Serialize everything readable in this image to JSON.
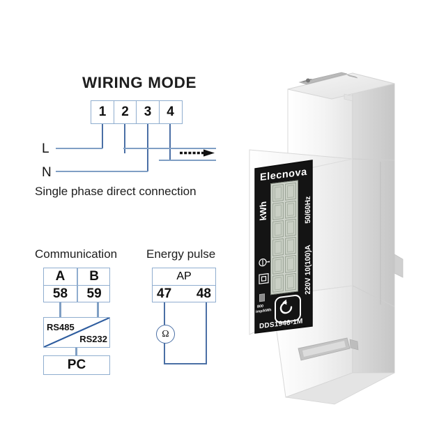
{
  "page": {
    "background": "#ffffff",
    "line_color": "#8fadcf",
    "line_color_dark": "#4a6fa5",
    "text_color": "#1d1d1d"
  },
  "wiring": {
    "title": "WIRING MODE",
    "caption": "Single phase direct connection",
    "terminals": [
      "1",
      "2",
      "3",
      "4"
    ],
    "line_labels": {
      "live": "L",
      "neutral": "N"
    },
    "arrow_icon": "right-arrow-icon"
  },
  "communication": {
    "title": "Communication",
    "header": [
      "A",
      "B"
    ],
    "numbers": [
      "58",
      "59"
    ],
    "converter": {
      "top_label": "RS485",
      "bottom_label": "RS232"
    },
    "endpoint": "PC"
  },
  "energy_pulse": {
    "title": "Energy pulse",
    "header": "AP",
    "numbers": [
      "47",
      "48"
    ],
    "load_symbol": "Ω",
    "load_icon": "resistor-omega-icon"
  },
  "device": {
    "brand": "Elecnova",
    "unit": "kWh",
    "frequency": "50/60Hz",
    "rating": "220V 10(100)A",
    "model": "DDS1946-1M",
    "pulse_rate_top": "800",
    "pulse_rate_bottom": "imp/kWh",
    "reset_icon": "reset-arrow-icon",
    "cert_icons": [
      "class-index-icon",
      "double-insulation-icon"
    ],
    "pulse_led_icon": "pulse-led-icon",
    "display": {
      "rows": 6,
      "cols": 2,
      "segment_color": "#c9cfc4"
    },
    "colors": {
      "body_front": "#f2f2f2",
      "body_side": "#d2d2d2",
      "body_top": "#e6e6e6",
      "faceplate": "#141414",
      "faceplate_text": "#ffffff"
    }
  }
}
